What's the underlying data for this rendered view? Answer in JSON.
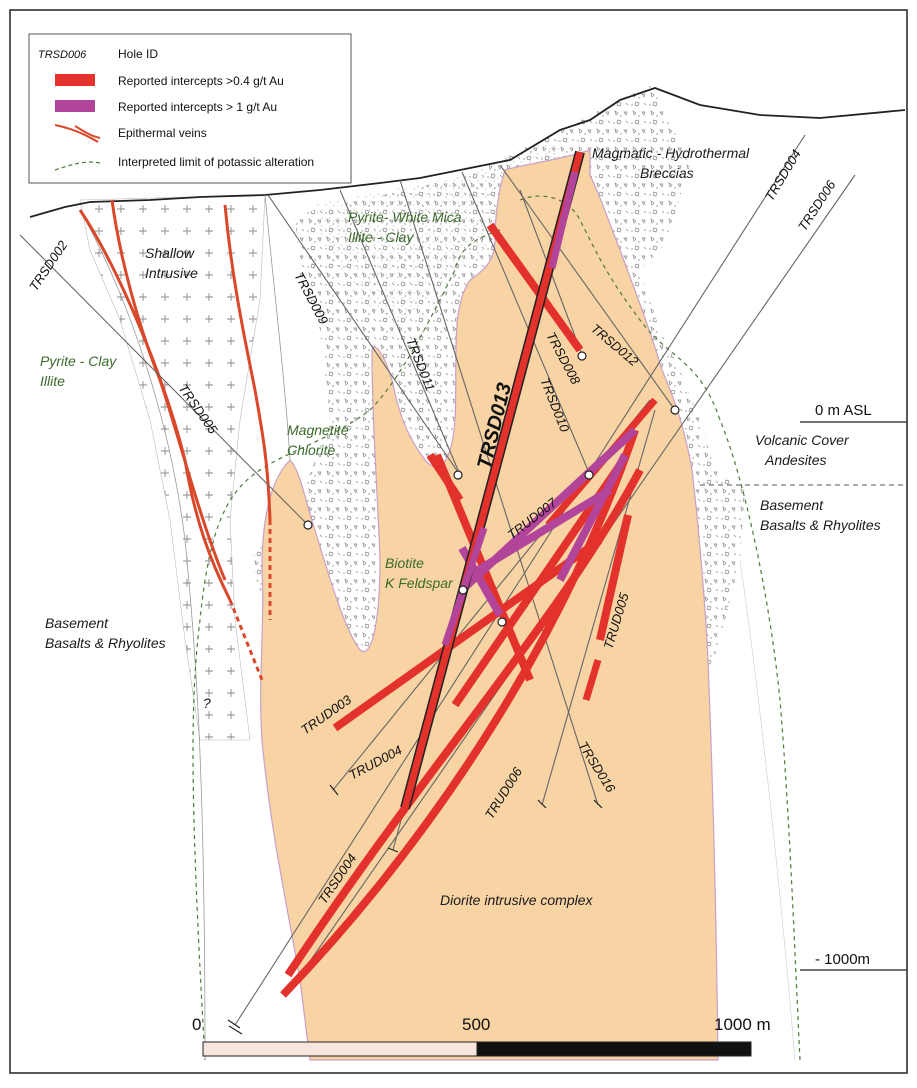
{
  "legend": {
    "hole_id_sample": "TRSD006",
    "hole_id_label": "Hole ID",
    "intercept_04_label": "Reported intercepts >0.4 g/t Au",
    "intercept_1_label": "Reported intercepts > 1 g/t Au",
    "veins_label": "Epithermal veins",
    "potassic_label": "Interpreted limit of potassic alteration"
  },
  "colors": {
    "intercept_04": "#e3312b",
    "intercept_1": "#b2459a",
    "vein": "#d9482a",
    "diorite": "#f8d3a3",
    "potassic_limit": "#4d7a3a",
    "breccia_dots": "#8a8a8a"
  },
  "units": {
    "shallow_line1": "Shallow",
    "shallow_line2": "Intrusive",
    "pyrite_clay_line1": "Pyrite - Clay",
    "pyrite_clay_line2": "Illite",
    "pyrite_wm_line1": "Pyrite- White Mica",
    "pyrite_wm_line2": "Illite - Clay",
    "magnetite_line1": "Magnetite",
    "magnetite_line2": "Chlorite",
    "biotite_line1": "Biotite",
    "biotite_line2": "K Feldspar",
    "breccia_line1": "Magmatic - Hydrothermal",
    "breccia_line2": "Breccias",
    "volcanic_line1": "Volcanic Cover",
    "volcanic_line2": "Andesites",
    "basement_right_line1": "Basement",
    "basement_right_line2": "Basalts & Rhyolites",
    "basement_left_line1": "Basement",
    "basement_left_line2": "Basalts & Rhyolites",
    "diorite": "Diorite intrusive complex",
    "question": "?"
  },
  "elevations": {
    "zero": "0 m ASL",
    "minus1000": "- 1000m"
  },
  "holes": {
    "trsd002": "TRSD002",
    "trsd005": "TRSD005",
    "trsd009": "TRSD009",
    "trsd011": "TRSD011",
    "trsd013": "TRSD013",
    "trsd008": "TRSD008",
    "trsd010": "TRSD010",
    "trsd012": "TRSD012",
    "trsd004_top": "TRSD004",
    "trsd006_top": "TRSD006",
    "trud007": "TRUD007",
    "trud005": "TRUD005",
    "trud003": "TRUD003",
    "trud004": "TRUD004",
    "trud006": "TRUD006",
    "trsd016": "TRSD016",
    "trsd004_bottom": "TRSD004"
  },
  "scale": {
    "start": "0",
    "mid": "500",
    "end": "1000 m"
  }
}
